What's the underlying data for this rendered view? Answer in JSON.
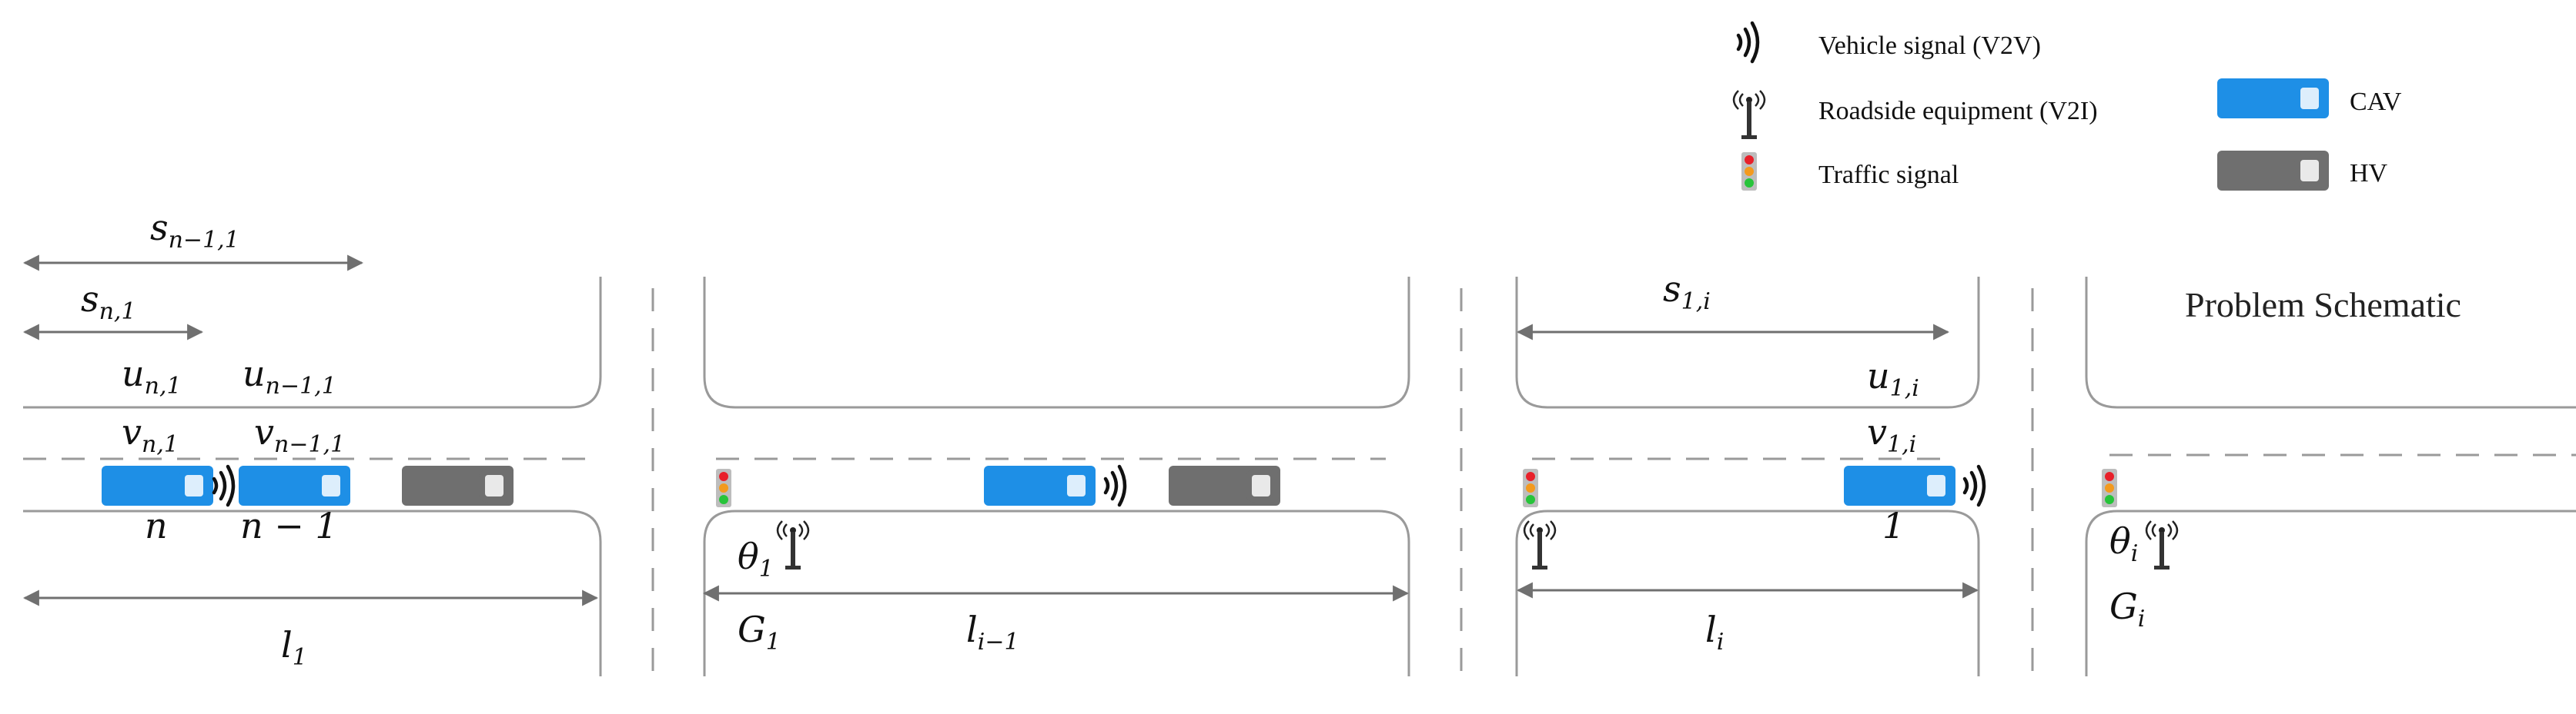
{
  "title": "Problem Schematic",
  "legend": {
    "v2v": "Vehicle signal (V2V)",
    "v2i": "Roadside equipment (V2I)",
    "traffic_signal": "Traffic signal",
    "cav": "CAV",
    "hv": "HV"
  },
  "colors": {
    "cav": "#1e8fe6",
    "hv": "#6f6f6f",
    "road": "#9a9a9a",
    "signal_red": "#e8202a",
    "signal_orange": "#f39a1e",
    "signal_green": "#27c43a"
  },
  "labels": {
    "s_n1": {
      "base": "s",
      "sub": "n,1"
    },
    "s_n_1_1": {
      "base": "s",
      "sub": "n−1,1"
    },
    "u_n1": {
      "base": "u",
      "sub": "n,1"
    },
    "u_n_1_1": {
      "base": "u",
      "sub": "n−1,1"
    },
    "v_n1": {
      "base": "v",
      "sub": "n,1"
    },
    "v_n_1_1": {
      "base": "v",
      "sub": "n−1,1"
    },
    "n": "n",
    "n_minus_1": "n − 1",
    "l1": {
      "base": "l",
      "sub": "1"
    },
    "theta1": {
      "base": "θ",
      "sub": "1"
    },
    "G1": {
      "base": "G",
      "sub": "1"
    },
    "l_i_1": {
      "base": "l",
      "sub": "i−1"
    },
    "s_1i": {
      "base": "s",
      "sub": "1,i"
    },
    "u_1i": {
      "base": "u",
      "sub": "1,i"
    },
    "v_1i": {
      "base": "v",
      "sub": "1,i"
    },
    "one": "1",
    "l_i": {
      "base": "l",
      "sub": "i"
    },
    "theta_i": {
      "base": "θ",
      "sub": "i"
    },
    "G_i": {
      "base": "G",
      "sub": "i"
    }
  }
}
